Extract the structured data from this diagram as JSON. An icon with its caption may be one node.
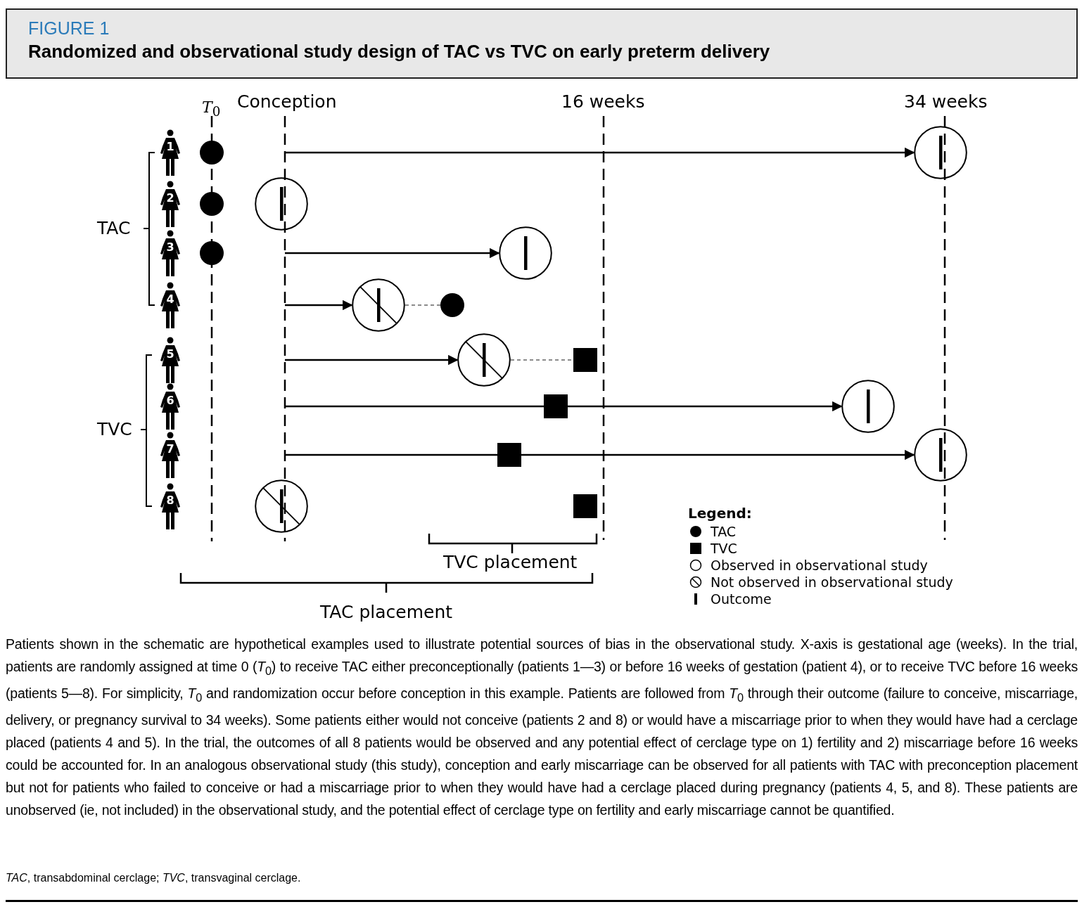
{
  "diagram": {
    "title": "Randomized and observational study design of TAC vs TVC on early preterm delivery",
    "caption": "Patients shown in the schematic are hypothetical examples used to illustrate potential sources of bias in the observational study. X-axis is gestational age (weeks). In the trial, patients are randomly assigned at time 0 (*T*$_{0}$) to receive TAC either preconceptionally (patients 1—3) or before 16 weeks of gestation (patient 4), or to receive TVC before 16 weeks (patients 5—8). For simplicity, *T*$_{0}$ and randomization occur before conception in this example. Patients are followed from *T*$_{0}$ through their outcome (failure to conceive, miscarriage, delivery, or pregnancy survival to 34 weeks). Some patients either would not conceive (patients 2 and 8) or would have a miscarriage prior to when they would have had a cerclage placed (patients 4 and 5). In the trial, the outcomes of all 8 patients would be observed and any potential effect of cerclage type on 1) fertility and 2) miscarriage before 16 weeks could be accounted for. In an analogous observational study (this study), conception and early miscarriage can be observed for all patients with TAC with preconception placement but not for patients who failed to conceive or had a miscarriage prior to when they would have had a cerclage placed during pregnancy (patients 4, 5, and 8). These patients are unobserved (ie, not included) in the observational study, and the potential effect of cerclage type on fertility and early miscarriage cannot be quantified.",
    "nodes": [
      {
        "text": [
          "1"
        ]
      },
      {
        "text": [
          "2"
        ]
      },
      {
        "text": [
          "3"
        ]
      },
      {
        "text": [
          "4"
        ]
      },
      {
        "text": [
          "5"
        ]
      },
      {
        "text": [
          "6"
        ]
      },
      {
        "text": [
          "7"
        ]
      },
      {
        "text": [
          "8"
        ]
      },
      {
        "text": [],
        "shape": "circle"
      },
      {
        "text": [],
        "shape": "circle"
      },
      {
        "text": [],
        "shape": "circle"
      },
      {
        "text": [],
        "shape": "circle"
      },
      {
        "text": [],
        "shape": "circle"
      },
      {
        "text": [],
        "shape": "circle"
      },
      {
        "text": [],
        "shape": "circle"
      },
      {
        "text": [],
        "shape": "circle"
      },
      {
        "text": [],
        "shape": "circle"
      },
      {
        "text": [],
        "shape": "box"
      },
      {
        "text": [],
        "shape": "box"
      },
      {
        "text": [],
        "shape": "circle"
      },
      {
        "text": [],
        "shape": "box"
      },
      {
        "text": [],
        "shape": "circle"
      },
      {
        "text": [],
        "shape": "circle"
      },
      {
        "text": [],
        "shape": "box"
      }
    ],
    "edges": [
      {
        "from": null,
        "to": 11,
        "arrow": "to"
      },
      {
        "from": null,
        "to": 13,
        "arrow": "to"
      },
      {
        "from": null,
        "to": 14,
        "arrow": "to"
      },
      {
        "from": 14,
        "to": 15,
        "arrow": "none",
        "style": "dashed",
        "color": "#666666"
      },
      {
        "from": null,
        "to": 16,
        "arrow": "to"
      },
      {
        "from": 16,
        "to": 17,
        "arrow": "none",
        "style": "dashed",
        "color": "#666666"
      },
      {
        "from": null,
        "to": 18,
        "arrow": "none"
      },
      {
        "from": 18,
        "to": 19,
        "arrow": "to"
      },
      {
        "from": null,
        "to": 20,
        "arrow": "none"
      },
      {
        "from": 20,
        "to": 21,
        "arrow": "to"
      }
    ],
    "labels": [
      "FIGURE 1",
      "*T*$_{0}$",
      "Conception",
      "16 weeks",
      "34 weeks",
      "TAC",
      "TVC",
      "Legend:",
      "TVC placement",
      "TAC placement",
      "*TAC*, transabdominal cerclage; *TVC*, transvaginal cerclage."
    ],
    "legend": [
      {
        "text": "TAC"
      },
      {
        "text": "TVC"
      },
      {
        "text": "Observed in observational study"
      },
      {
        "text": "Not observed in observational study"
      },
      {
        "text": "Outcome"
      }
    ]
  }
}
